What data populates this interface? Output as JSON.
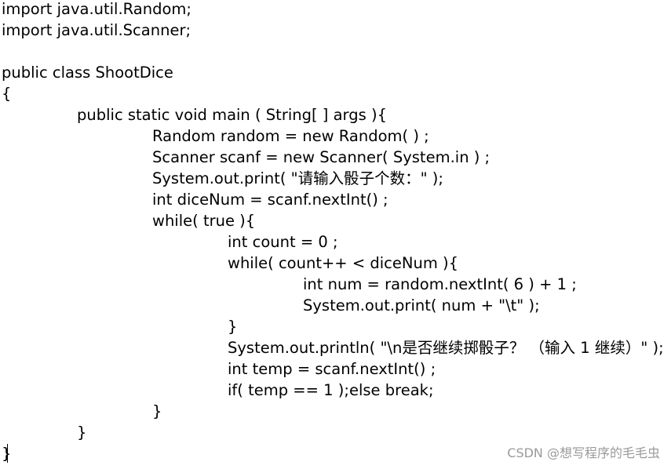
{
  "code_lines": [
    {
      "indent": 0,
      "text": "import java.util.Random;"
    },
    {
      "indent": 0,
      "text": "import java.util.Scanner;"
    },
    {
      "indent": 0,
      "text": ""
    },
    {
      "indent": 0,
      "text": "public class ShootDice"
    },
    {
      "indent": 0,
      "text": "{"
    },
    {
      "indent": 1,
      "text": "public static void main ( String[ ] args ){"
    },
    {
      "indent": 2,
      "text": "Random random = new Random( ) ;"
    },
    {
      "indent": 2,
      "text": "Scanner scanf = new Scanner( System.in ) ;"
    },
    {
      "indent": 2,
      "text": "System.out.print( \"请输入骰子个数：\" );"
    },
    {
      "indent": 2,
      "text": "int diceNum = scanf.nextInt() ;"
    },
    {
      "indent": 2,
      "text": "while( true ){"
    },
    {
      "indent": 3,
      "text": "int count = 0 ;"
    },
    {
      "indent": 3,
      "text": "while( count++ < diceNum ){"
    },
    {
      "indent": 4,
      "text": "int num = random.nextInt( 6 ) + 1 ;"
    },
    {
      "indent": 4,
      "text": "System.out.print( num + \"\\t\" );"
    },
    {
      "indent": 3,
      "text": "}"
    },
    {
      "indent": 3,
      "text": "System.out.println( \"\\n是否继续掷骰子？ （输入 1 继续）\" );"
    },
    {
      "indent": 3,
      "text": "int temp = scanf.nextInt() ;"
    },
    {
      "indent": 3,
      "text": "if( temp == 1 );else break;"
    },
    {
      "indent": 2,
      "text": "}"
    },
    {
      "indent": 1,
      "text": "}"
    },
    {
      "indent": 0,
      "text": "}"
    }
  ],
  "watermark": "CSDN @想写程序的毛毛虫"
}
